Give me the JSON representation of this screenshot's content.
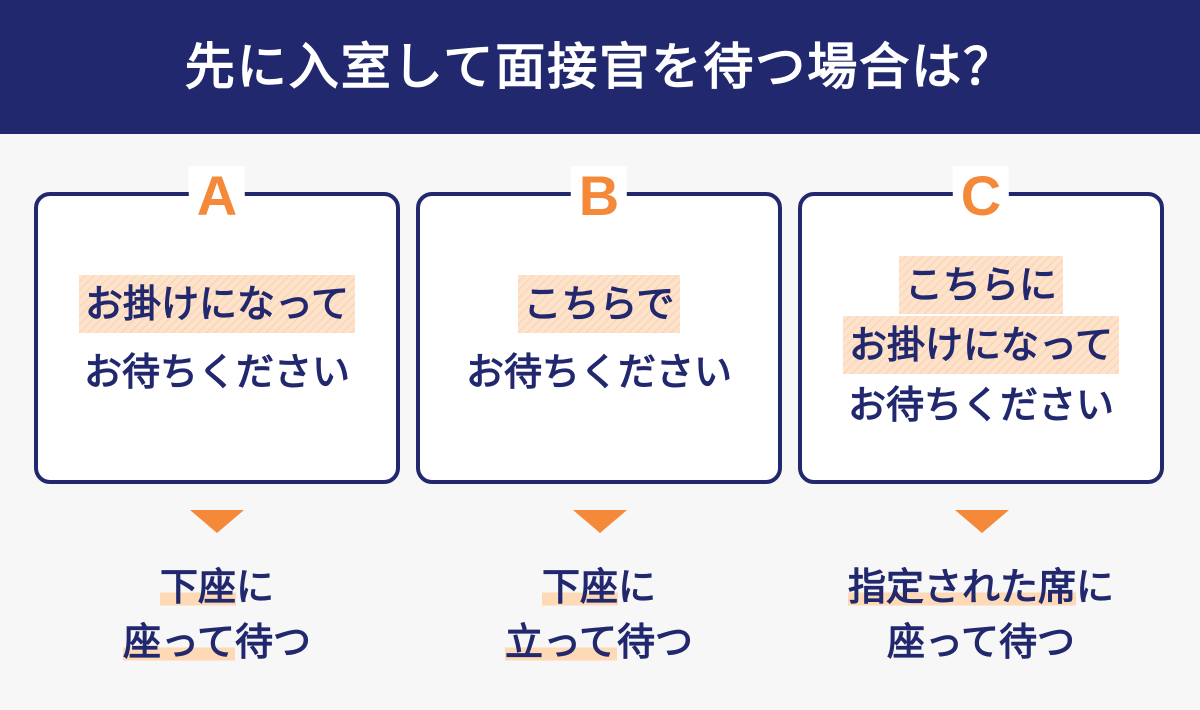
{
  "header": {
    "title": "先に入室して面接官を待つ場合は？"
  },
  "colors": {
    "navy": "#22286e",
    "orange": "#f5893a",
    "highlight": "#fdd9b5",
    "background": "#f7f7f7"
  },
  "cards": [
    {
      "letter": "A",
      "lines": [
        {
          "text": "お掛けになって",
          "highlighted": true
        },
        {
          "text": "お待ちください",
          "highlighted": false
        }
      ],
      "result": [
        {
          "hl": "下座",
          "rest": "に"
        },
        {
          "hl": "座って",
          "rest": "待つ"
        }
      ]
    },
    {
      "letter": "B",
      "lines": [
        {
          "text": "こちらで",
          "highlighted": true
        },
        {
          "text": "お待ちください",
          "highlighted": false
        }
      ],
      "result": [
        {
          "hl": "下座",
          "rest": "に"
        },
        {
          "hl": "立って",
          "rest": "待つ"
        }
      ]
    },
    {
      "letter": "C",
      "lines": [
        {
          "text": "こちらに",
          "highlighted": true
        },
        {
          "text": "お掛けになって",
          "highlighted": true
        },
        {
          "text": "お待ちください",
          "highlighted": false
        }
      ],
      "result": [
        {
          "hl": "指定された席",
          "rest": "に"
        },
        {
          "hl": "",
          "rest": "座って待つ"
        }
      ]
    }
  ]
}
